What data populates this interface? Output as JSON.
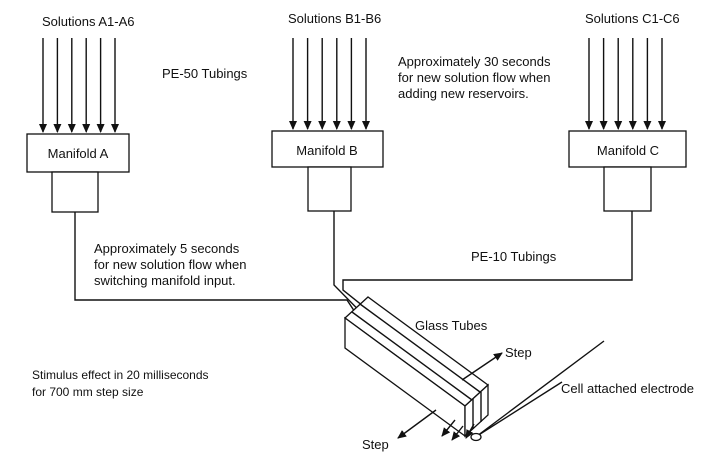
{
  "solutions": [
    {
      "label": "Solutions A1-A6"
    },
    {
      "label": "Solutions B1-B6"
    },
    {
      "label": "Solutions C1-C6"
    }
  ],
  "manifolds": [
    {
      "label": "Manifold A"
    },
    {
      "label": "Manifold B"
    },
    {
      "label": "Manifold C"
    }
  ],
  "tubing_labels": {
    "pe50": "PE-50 Tubings",
    "pe10": "PE-10 Tubings"
  },
  "notes": {
    "reservoir": [
      "Approximately 30 seconds",
      "for new solution flow when",
      "adding new reservoirs."
    ],
    "switching": [
      "Approximately 5 seconds",
      "for new solution flow when",
      "switching manifold input."
    ],
    "stimulus": [
      "Stimulus effect in 20 milliseconds",
      "for 700 mm step size"
    ]
  },
  "glass_tubes_label": "Glass Tubes",
  "step_labels": [
    "Step",
    "Step"
  ],
  "electrode_label": "Cell attached electrode"
}
